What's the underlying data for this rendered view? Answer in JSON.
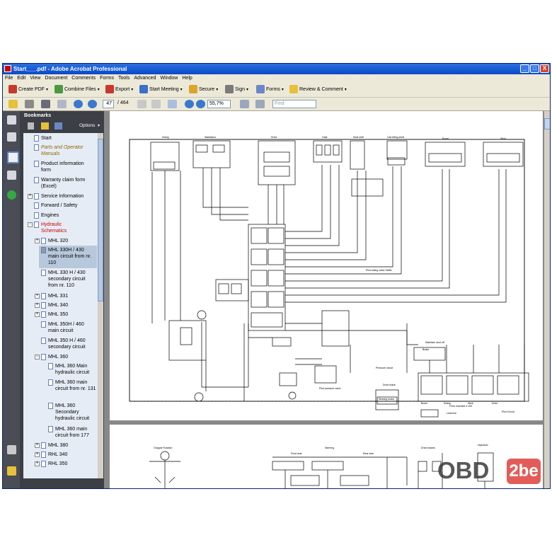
{
  "window": {
    "title": "Start___.pdf - Adobe Acrobat Professional",
    "controls": [
      "_",
      "□",
      "X"
    ]
  },
  "menu": [
    "File",
    "Edit",
    "View",
    "Document",
    "Comments",
    "Forms",
    "Tools",
    "Advanced",
    "Window",
    "Help"
  ],
  "toolbar": {
    "create_pdf": "Create PDF",
    "combine_files": "Combine Files",
    "export": "Export",
    "start_meeting": "Start Meeting",
    "secure": "Secure",
    "sign": "Sign",
    "forms": "Forms",
    "review_comment": "Review & Comment"
  },
  "nav": {
    "page_current": "47",
    "page_total": "/ 464",
    "zoom": "55,7%",
    "find_placeholder": "Find"
  },
  "bookmarks": {
    "header": "Bookmarks",
    "options": "Options",
    "items": [
      {
        "label": "Start",
        "expander": ""
      },
      {
        "label": "Parts and Operator Manuals",
        "expander": ""
      },
      {
        "label": "Product information form",
        "expander": ""
      },
      {
        "label": "Warranty claim form (Excel)",
        "expander": ""
      },
      {
        "label": "Service Information",
        "expander": "+"
      },
      {
        "label": "Forward / Safety",
        "expander": ""
      },
      {
        "label": "Engines",
        "expander": ""
      },
      {
        "label": "Hydraulic Schematics",
        "expander": "−"
      },
      {
        "label": "MHL 320",
        "expander": "+"
      },
      {
        "label": "MHL 330H / 430 main circuit from nr. 110",
        "expander": ""
      },
      {
        "label": "MHL 330 H / 430 secondary circuit from nr. 110",
        "expander": ""
      },
      {
        "label": "MHL 331",
        "expander": "+"
      },
      {
        "label": "MHL 340",
        "expander": "+"
      },
      {
        "label": "MHL 350",
        "expander": "+"
      },
      {
        "label": "MHL 350H / 460 main circuit",
        "expander": ""
      },
      {
        "label": "MHL 350 H / 460 secondary circuit",
        "expander": ""
      },
      {
        "label": "MHL 360",
        "expander": "−"
      },
      {
        "label": "MHL 360 Main hydraulic circuit",
        "expander": ""
      },
      {
        "label": "MHL 360 main circuit from nr. 131",
        "expander": ""
      },
      {
        "label": "MHL 360 Secondary hydraulic circuit",
        "expander": ""
      },
      {
        "label": "MHL 360 main circuit from 177",
        "expander": ""
      },
      {
        "label": "MHL 380",
        "expander": "+"
      },
      {
        "label": "RHL 340",
        "expander": "+"
      },
      {
        "label": "RHL 350",
        "expander": "+"
      }
    ]
  },
  "schematic": {
    "top_labels": [
      "Swing",
      "Stabilizers",
      "Drive",
      "Gate",
      "Seat shift",
      "Cab tilting shelf",
      "Boom",
      "Stick"
    ],
    "mid_labels": [
      "Stabilizer shut off",
      "Brake",
      "Pressure circuit",
      "Drive brake",
      "Slewing brake",
      "Pilot pressure valve",
      "Pilot tubing valve Staffs",
      "Boom",
      "Swing",
      "Stick",
      "Drive",
      "Pilot Circuit"
    ],
    "notes": [
      "From machine # 100",
      "Leak line"
    ],
    "page2_labels": [
      "Grapple Rotation",
      "Steering",
      "Front axle",
      "Rear axle",
      "Drive brakes",
      "Hydraulic"
    ]
  },
  "watermark": {
    "text_left": "OBD",
    "text_right": "2be"
  },
  "colors": {
    "title_bar": "#0b49c9",
    "panel": "#3c3f45",
    "bookmark_bg": "#e6ecf5",
    "selected": "#b8c8dc",
    "highlight_red": "#cc0000",
    "watermark_red": "#e0403a"
  }
}
